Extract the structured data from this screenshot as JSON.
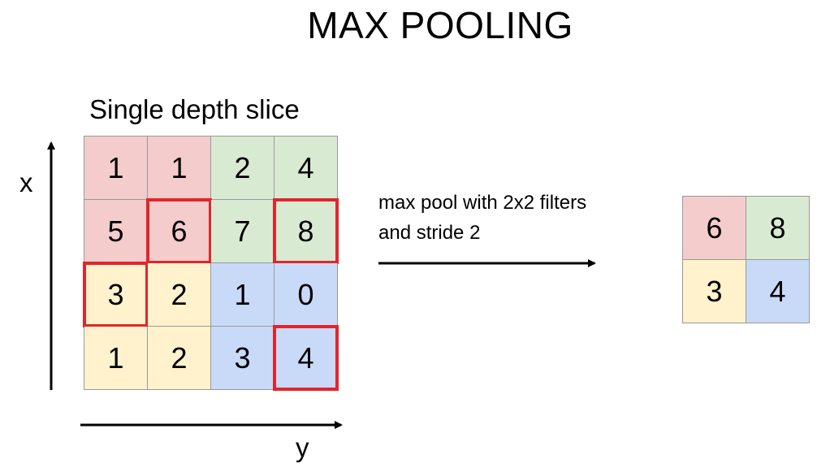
{
  "title": "MAX POOLING",
  "subtitle": "Single depth slice",
  "axis": {
    "x": "x",
    "y": "y"
  },
  "operation": {
    "line1": "max pool with 2x2 filters",
    "line2": "and stride 2"
  },
  "colors": {
    "red": "#f4cccc",
    "green": "#d9ead3",
    "yellow": "#fff2cc",
    "blue": "#c9daf8",
    "highlight": "#e0262d"
  },
  "input": {
    "rows": [
      [
        {
          "v": "1",
          "c": "red"
        },
        {
          "v": "1",
          "c": "red"
        },
        {
          "v": "2",
          "c": "green"
        },
        {
          "v": "4",
          "c": "green"
        }
      ],
      [
        {
          "v": "5",
          "c": "red"
        },
        {
          "v": "6",
          "c": "red",
          "hl": true
        },
        {
          "v": "7",
          "c": "green"
        },
        {
          "v": "8",
          "c": "green",
          "hl": true
        }
      ],
      [
        {
          "v": "3",
          "c": "yellow",
          "hl": true
        },
        {
          "v": "2",
          "c": "yellow"
        },
        {
          "v": "1",
          "c": "blue"
        },
        {
          "v": "0",
          "c": "blue"
        }
      ],
      [
        {
          "v": "1",
          "c": "yellow"
        },
        {
          "v": "2",
          "c": "yellow"
        },
        {
          "v": "3",
          "c": "blue"
        },
        {
          "v": "4",
          "c": "blue",
          "hl": true
        }
      ]
    ]
  },
  "output": {
    "rows": [
      [
        {
          "v": "6",
          "c": "red"
        },
        {
          "v": "8",
          "c": "green"
        }
      ],
      [
        {
          "v": "3",
          "c": "yellow"
        },
        {
          "v": "4",
          "c": "blue"
        }
      ]
    ]
  }
}
